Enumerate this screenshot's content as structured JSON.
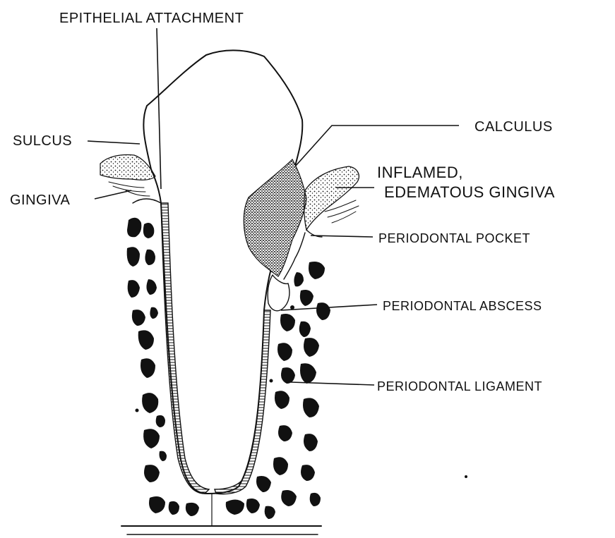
{
  "diagram": {
    "labels": {
      "epithelial_attachment": "EPITHELIAL  ATTACHMENT",
      "sulcus": "SULCUS",
      "gingiva": "GINGIVA",
      "calculus": "CALCULUS",
      "inflamed_line1": "INFLAMED,",
      "inflamed_line2": "EDEMATOUS  GINGIVA",
      "periodontal_pocket": "PERIODONTAL  POCKET",
      "periodontal_abscess": "PERIODONTAL  ABSCESS",
      "periodontal_ligament": "PERIODONTAL  LIGAMENT"
    },
    "colors": {
      "ink": "#111111",
      "paper": "#ffffff"
    }
  }
}
